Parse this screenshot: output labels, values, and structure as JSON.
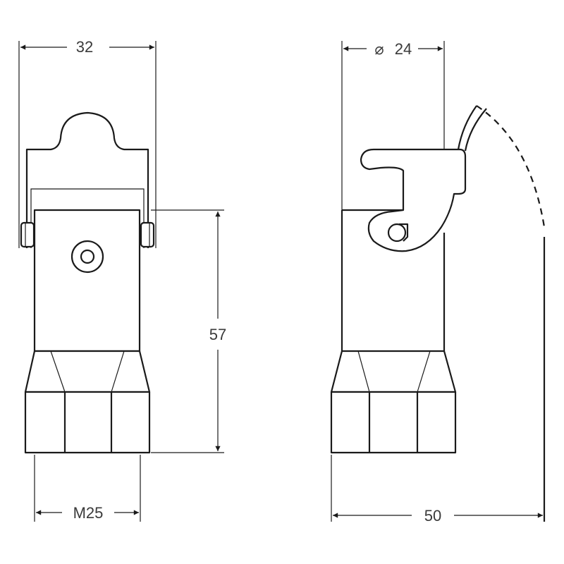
{
  "dimensions": {
    "front_width": "32",
    "side_width": "24",
    "side_width_symbol": "⌀",
    "height": "57",
    "thread": "M25",
    "overall_depth": "50"
  },
  "colors": {
    "line": "#1a1a1a",
    "text": "#3a3a3a",
    "background": "#ffffff"
  }
}
